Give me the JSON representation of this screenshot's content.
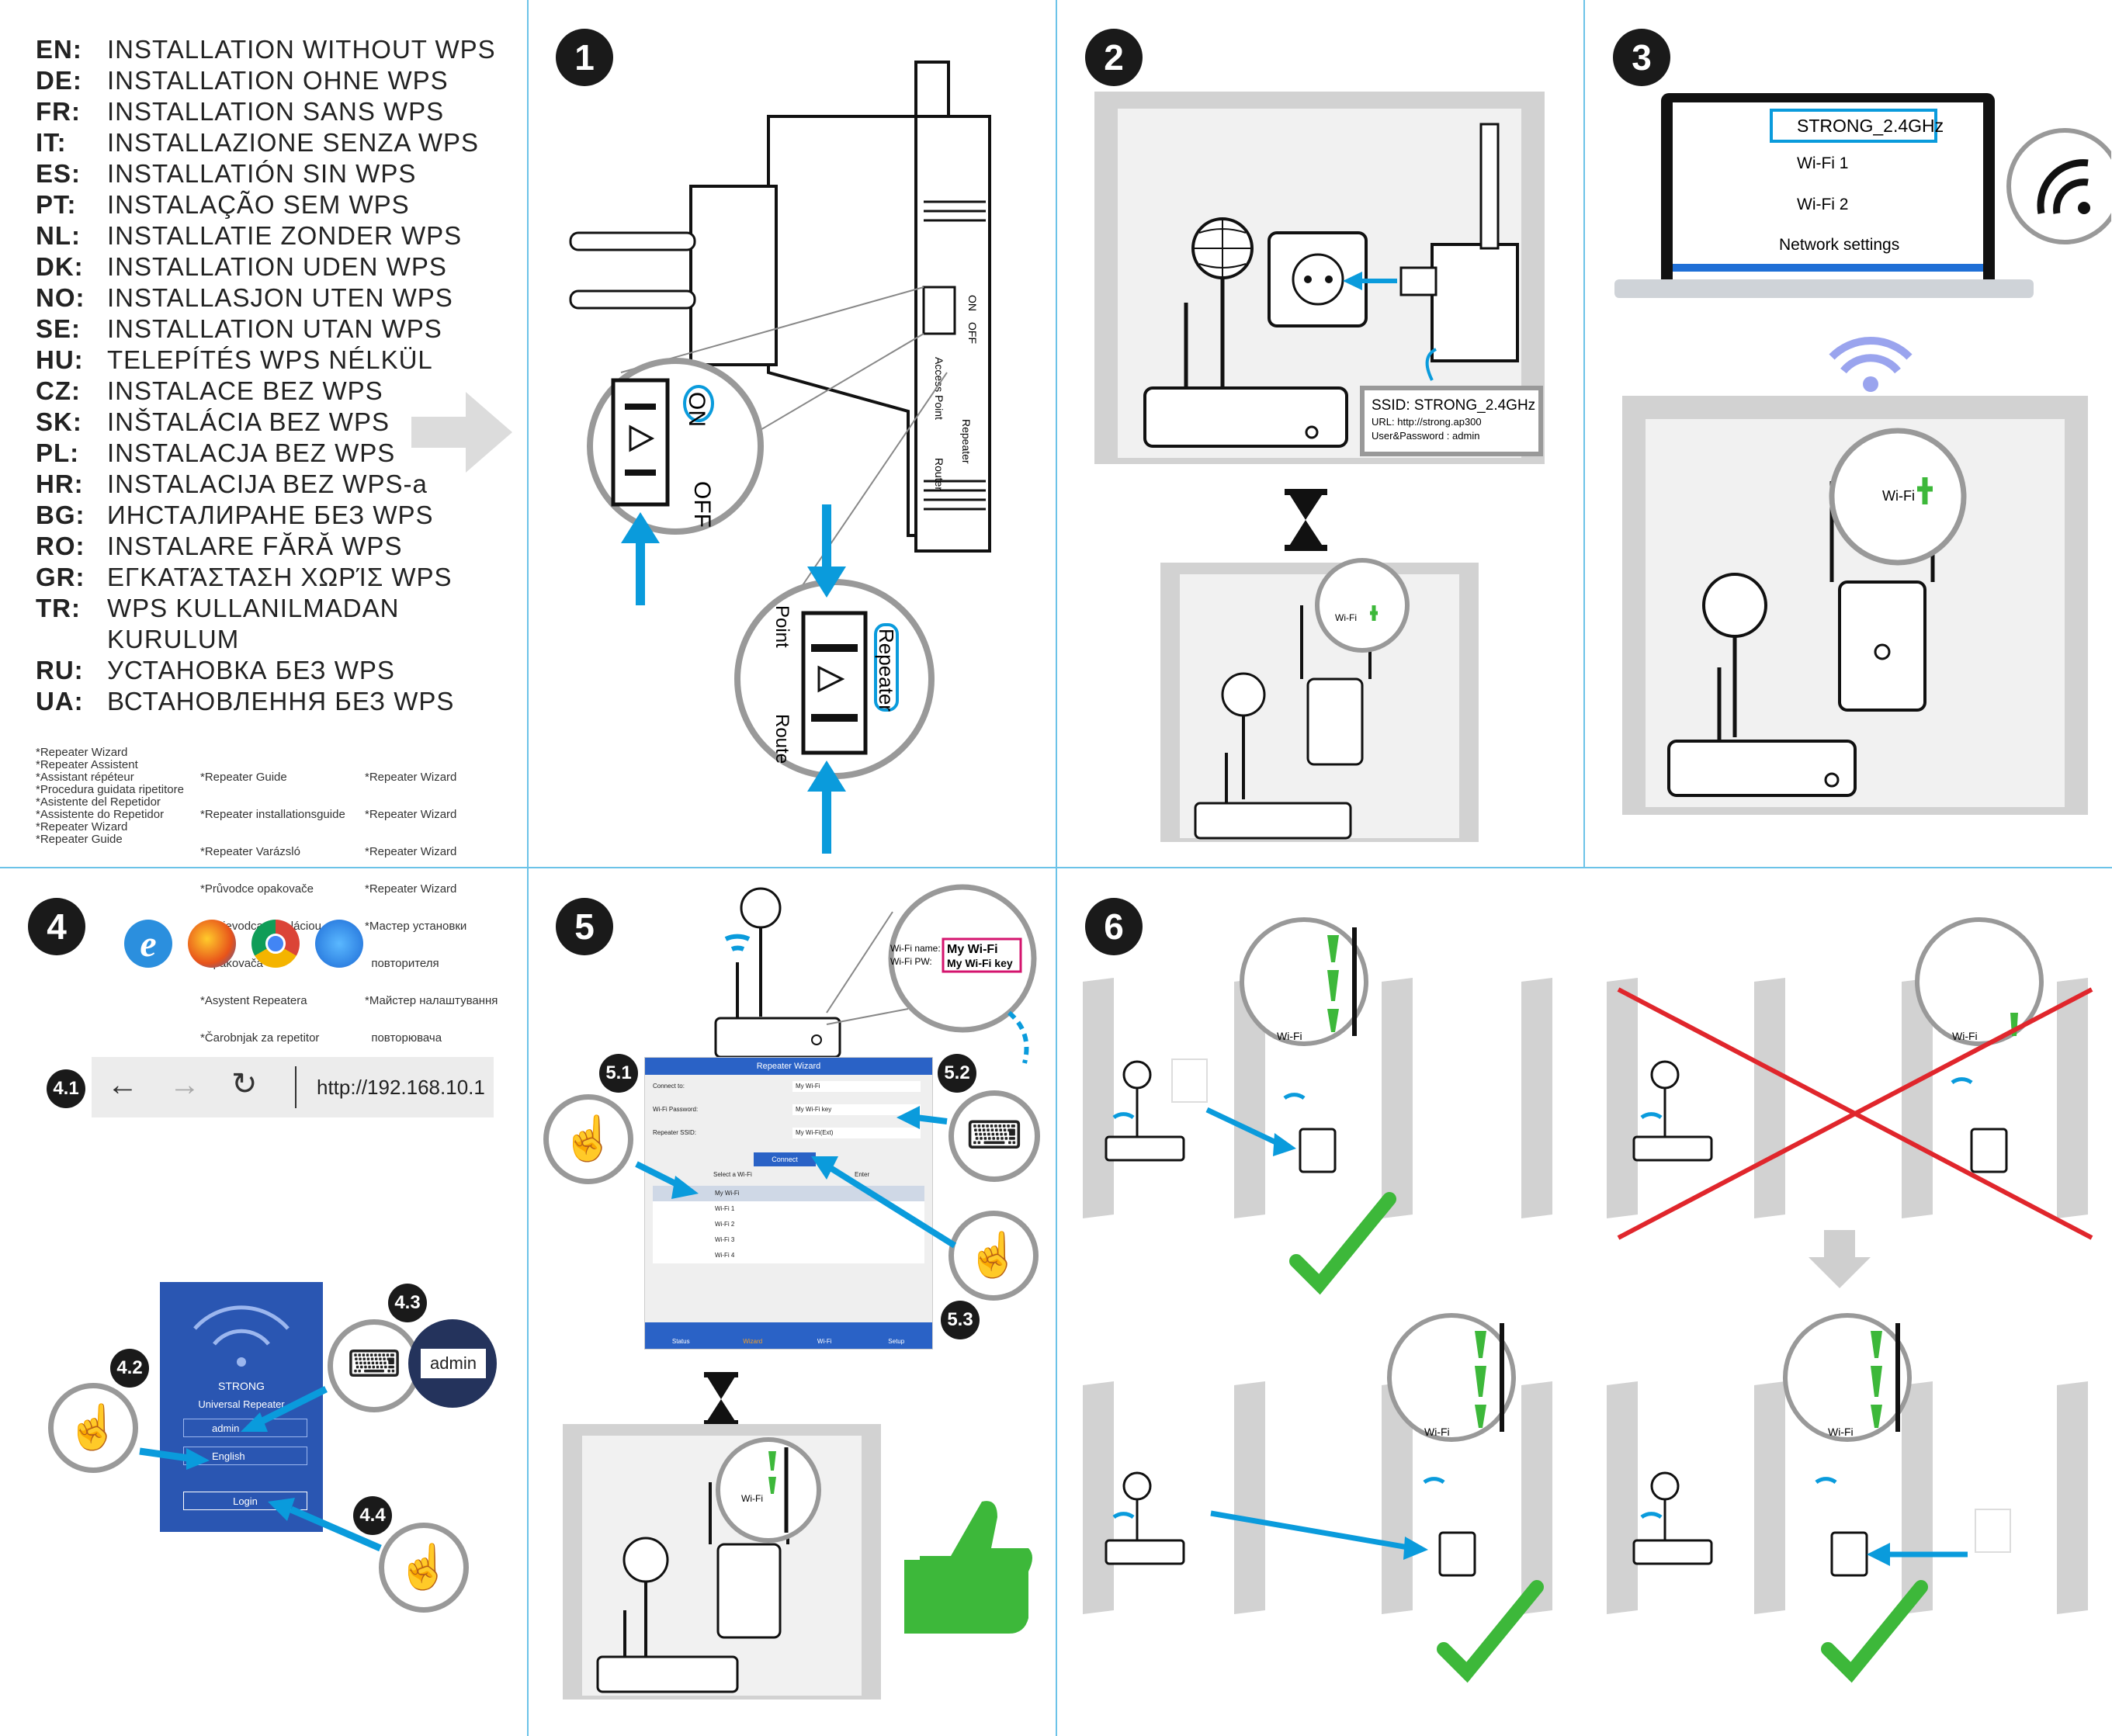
{
  "languages": [
    {
      "code": "EN:",
      "text": "INSTALLATION WITHOUT WPS"
    },
    {
      "code": "DE:",
      "text": "INSTALLATION OHNE WPS"
    },
    {
      "code": "FR:",
      "text": "INSTALLATION SANS WPS"
    },
    {
      "code": "IT:",
      "text": "INSTALLAZIONE SENZA WPS"
    },
    {
      "code": "ES:",
      "text": "INSTALLATIÓN SIN WPS"
    },
    {
      "code": "PT:",
      "text": "INSTALAÇÃO SEM WPS"
    },
    {
      "code": "NL:",
      "text": "INSTALLATIE ZONDER WPS"
    },
    {
      "code": "DK:",
      "text": "INSTALLATION UDEN WPS"
    },
    {
      "code": "NO:",
      "text": "INSTALLASJON UTEN WPS"
    },
    {
      "code": "SE:",
      "text": "INSTALLATION UTAN WPS"
    },
    {
      "code": "HU:",
      "text": "TELEPÍTÉS WPS NÉLKÜL"
    },
    {
      "code": "CZ:",
      "text": "INSTALACE BEZ WPS"
    },
    {
      "code": "SK:",
      "text": "INŠTALÁCIA BEZ WPS"
    },
    {
      "code": "PL:",
      "text": "INSTALACJA BEZ WPS"
    },
    {
      "code": "HR:",
      "text": "INSTALACIJA BEZ WPS-a"
    },
    {
      "code": "BG:",
      "text": "ИНСТАЛИРАНЕ БЕЗ WPS"
    },
    {
      "code": "RO:",
      "text": "INSTALARE FĂRĂ WPS"
    },
    {
      "code": "GR:",
      "text": "ΕΓΚΑΤΆΣΤΑΣΗ ΧΩΡΊΣ WPS"
    },
    {
      "code": "TR:",
      "text": "WPS KULLANILMADAN KURULUM"
    },
    {
      "code": "RU:",
      "text": "УСТАНОВКА БЕЗ WPS"
    },
    {
      "code": "UA:",
      "text": "ВСТАНОВЛЕННЯ БЕЗ WPS"
    }
  ],
  "wizard_names": {
    "col1": [
      "*Repeater Wizard",
      "*Repeater Assistent",
      "*Assistant répéteur",
      "*Procedura guidata ripetitore",
      "*Asistente del Repetidor",
      "*Assistente do Repetidor",
      "*Repeater Wizard",
      "*Repeater Guide"
    ],
    "col2": [
      "*Repeater Guide",
      "*Repeater installationsguide",
      "*Repeater Varázsló",
      "*Průvodce opakovače",
      "*Sprievodca inštaláciou",
      "  opakovača",
      "*Asystent Repeatera",
      "*Čarobnjak za repetitor"
    ],
    "col3": [
      "*Repeater Wizard",
      "*Repeater Wizard",
      "*Repeater Wizard",
      "*Repeater Wizard",
      "*Мастер установки",
      "  повторителя",
      "*Майстер налаштування",
      "  повторювача"
    ]
  },
  "steps": {
    "s1": "1",
    "s2": "2",
    "s3": "3",
    "s4": "4",
    "s5": "5",
    "s6": "6"
  },
  "step1": {
    "switch_on": "ON",
    "switch_off": "OFF",
    "mode_access_point": "Access Point",
    "mode_repeater": "Repeater",
    "mode_router": "Router",
    "zoom_on": "ON",
    "zoom_off": "OFF",
    "zoom_point": "Point",
    "zoom_repeater": "Repeater",
    "zoom_route": "Route"
  },
  "step2": {
    "ssid": "SSID: STRONG_2.4GHz",
    "url": "URL: http://strong.ap300",
    "userpass": "User&Password : admin",
    "led_label": "Wi-Fi"
  },
  "step3": {
    "networks": [
      "STRONG_2.4GHz",
      "Wi-Fi 1",
      "Wi-Fi 2"
    ],
    "settings": "Network settings",
    "led_label": "Wi-Fi"
  },
  "step4": {
    "badge_41": "4.1",
    "badge_42": "4.2",
    "badge_43": "4.3",
    "badge_44": "4.4",
    "url": "http://192.168.10.1",
    "brand": "STRONG",
    "subtitle": "Universal Repeater",
    "user_value": "admin",
    "lang_value": "English",
    "login_button": "Login",
    "admin_zoom": "admin"
  },
  "step5": {
    "badge_51": "5.1",
    "badge_52": "5.2",
    "badge_53": "5.3",
    "zoom_name_label": "Wi-Fi name:",
    "zoom_name_value": "My Wi-Fi",
    "zoom_pw_label": "Wi-Fi PW:",
    "zoom_pw_value": "My Wi-Fi key",
    "wizard_title": "Repeater Wizard",
    "field_connect_label": "Connect to:",
    "field_connect_value": "My Wi-Fi",
    "field_password_label": "Wi-Fi Password:",
    "field_password_value": "My Wi-Fi key",
    "field_ssid_label": "Repeater SSID:",
    "field_ssid_value": "My Wi-Fi(Ext)",
    "connect_button": "Connect",
    "select_wifi": "Select a Wi-Fi",
    "enter_text": "Enter",
    "networks": [
      "My Wi-Fi",
      "Wi-Fi 1",
      "Wi-Fi 2",
      "Wi-Fi 3",
      "Wi-Fi 4"
    ],
    "nav": [
      "Status",
      "Wizard",
      "Wi-Fi",
      "Setup"
    ],
    "led_label": "Wi-Fi"
  },
  "step6": {
    "led_label": "Wi-Fi"
  },
  "colors": {
    "blue": "#0a9bdc",
    "green": "#3db83a",
    "red": "#e0262c",
    "accent_line": "#6cc3e8",
    "gray_wall": "#d2d2d2"
  }
}
